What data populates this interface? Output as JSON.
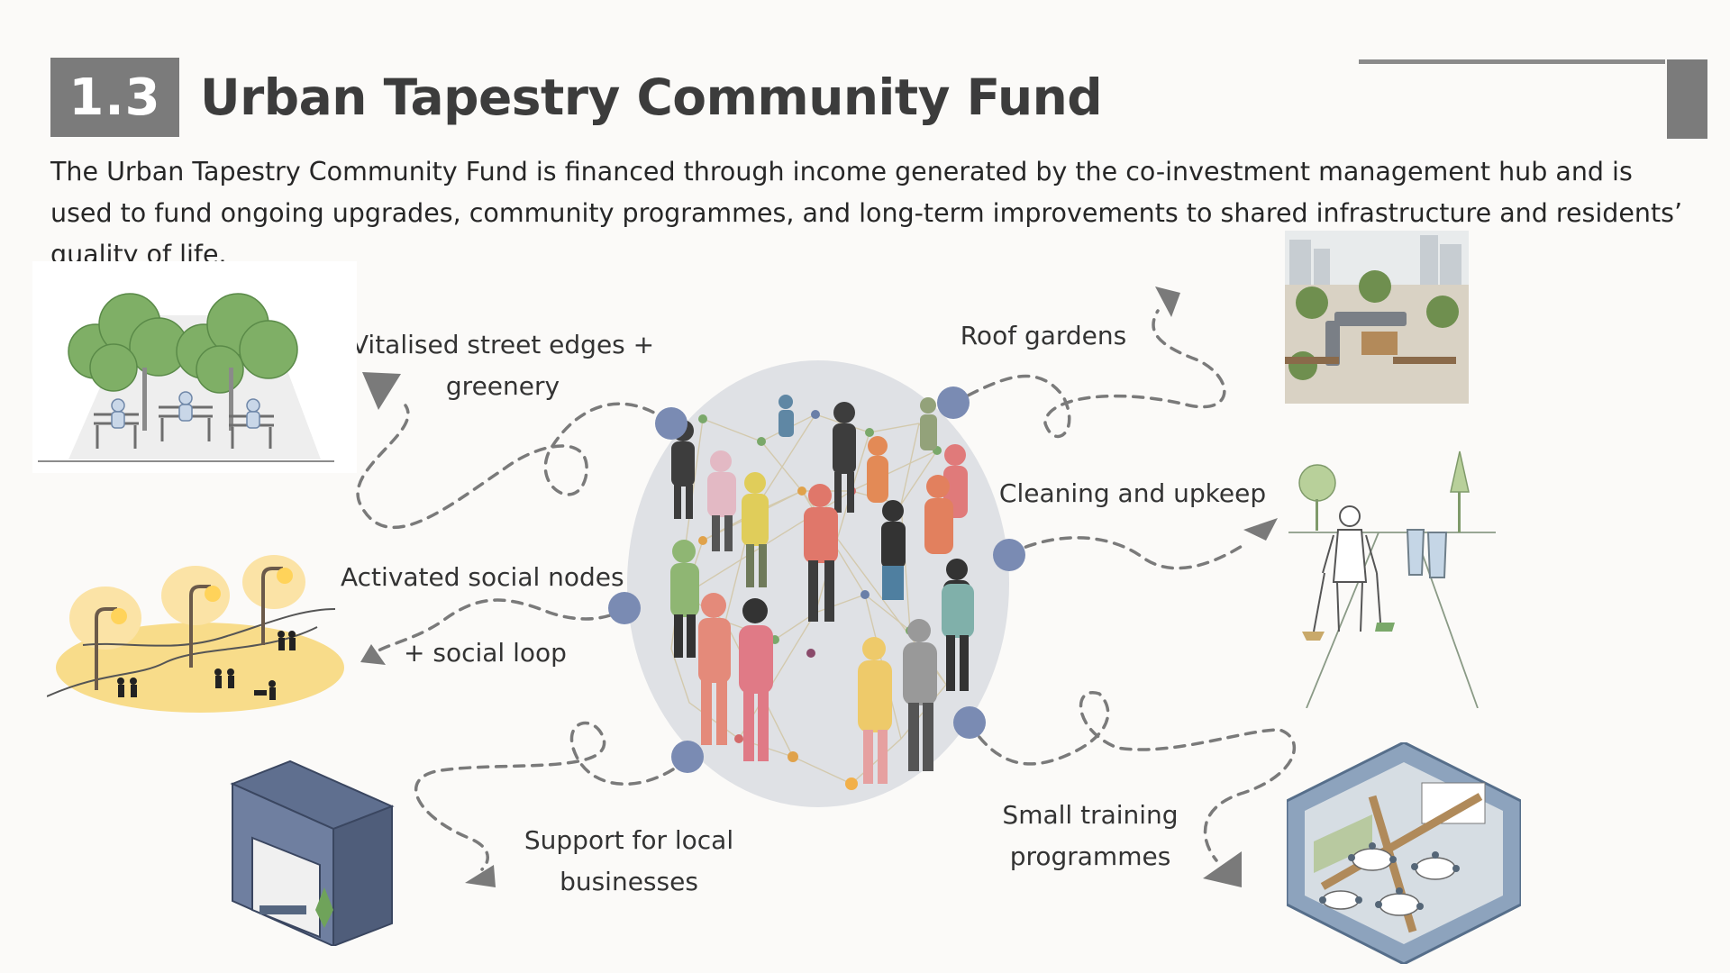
{
  "header": {
    "section_number": "1.3",
    "title": "Urban Tapestry Community Fund"
  },
  "intro": "The Urban Tapestry Community Fund is financed through income generated by the co-investment management hub and is used to fund ongoing upgrades, community programmes, and long-term improvements to shared infrastructure and residents’ quality of life.",
  "labels": {
    "street_edges": [
      "Vitalised street edges +",
      "greenery"
    ],
    "roof_gardens": [
      "Roof gardens"
    ],
    "cleaning": [
      "Cleaning and upkeep"
    ],
    "social_nodes": [
      "Activated  social nodes",
      "+ social loop"
    ],
    "local_businesses": [
      "Support for local",
      "businesses"
    ],
    "training": [
      "Small training",
      "programmes"
    ]
  },
  "colors": {
    "badge": "#7b7b7b",
    "title": "#3c3c3c",
    "node": "#7a8bb3",
    "hub_bg": "#dfe1e5",
    "arrow": "#7a7a7a"
  }
}
